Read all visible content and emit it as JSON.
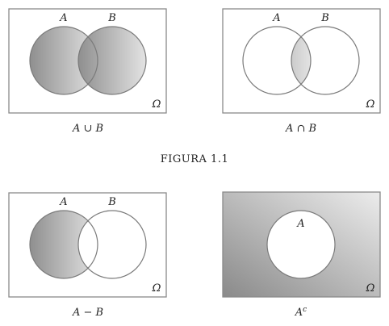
{
  "figure_label": "FIGURA 1.1",
  "panels": [
    {
      "id": "union",
      "set_a": "A",
      "set_b": "B",
      "universe": "Ω",
      "caption": "A ∪ B"
    },
    {
      "id": "intersection",
      "set_a": "A",
      "set_b": "B",
      "universe": "Ω",
      "caption": "A ∩ B"
    },
    {
      "id": "difference",
      "set_a": "A",
      "set_b": "B",
      "universe": "Ω",
      "caption": "A − B"
    },
    {
      "id": "complement",
      "set_a": "A",
      "universe": "Ω",
      "caption_base": "A",
      "caption_sup": "c"
    }
  ],
  "colors": {
    "shade_dark": "#8f8f8f",
    "shade_light": "#e6e6e6",
    "border": "#8a8a8a"
  }
}
